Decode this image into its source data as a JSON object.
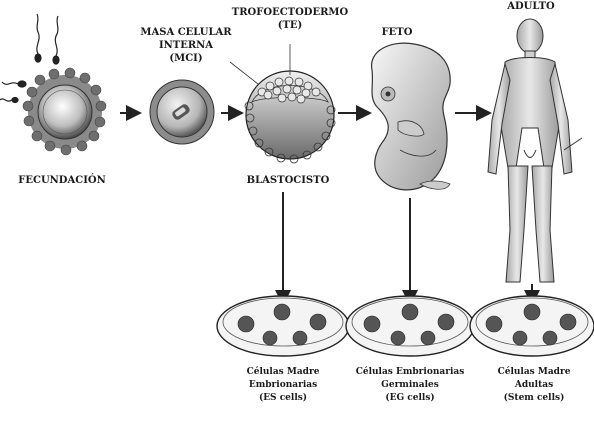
{
  "stages": {
    "fecundacion": "FECUNDACIÓN",
    "mci_line1": "MASA CELULAR",
    "mci_line2": "INTERNA",
    "mci_line3": "(MCI)",
    "te_line1": "TROFOECTODERMO",
    "te_line2": "(TE)",
    "blastocisto": "BLASTOCISTO",
    "feto": "FETO",
    "adulto": "ADULTO"
  },
  "cell_types": [
    {
      "line1": "Células Madre",
      "line2": "Embrionarias",
      "line3": "(ES cells)"
    },
    {
      "line1": "Células Embrionarias",
      "line2": "Germinales",
      "line3": "(EG cells)"
    },
    {
      "line1": "Células Madre",
      "line2": "Adultas",
      "line3": "(Stem cells)"
    }
  ]
}
